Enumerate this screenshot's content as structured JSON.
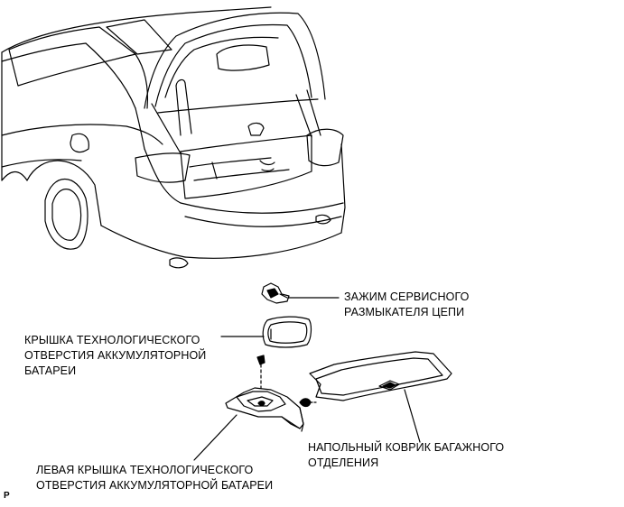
{
  "labels": {
    "breaker_clip": {
      "line1": "ЗАЖИМ СЕРВИСНОГО",
      "line2": "РАЗМЫКАТЕЛЯ ЦЕПИ"
    },
    "battery_cover": {
      "line1": "КРЫШКА ТЕХНОЛОГИЧЕСКОГО",
      "line2": "ОТВЕРСТИЯ АККУМУЛЯТОРНОЙ",
      "line3": "БАТАРЕИ"
    },
    "floor_mat": {
      "line1": "НАПОЛЬНЫЙ КОВРИК БАГАЖНОГО",
      "line2": "ОТДЕЛЕНИЯ"
    },
    "left_cover": {
      "line1": "ЛЕВАЯ КРЫШКА ТЕХНОЛОГИЧЕСКОГО",
      "line2": "ОТВЕРСТИЯ АККУМУЛЯТОРНОЙ БАТАРЕИ"
    }
  },
  "corner_mark": "P"
}
